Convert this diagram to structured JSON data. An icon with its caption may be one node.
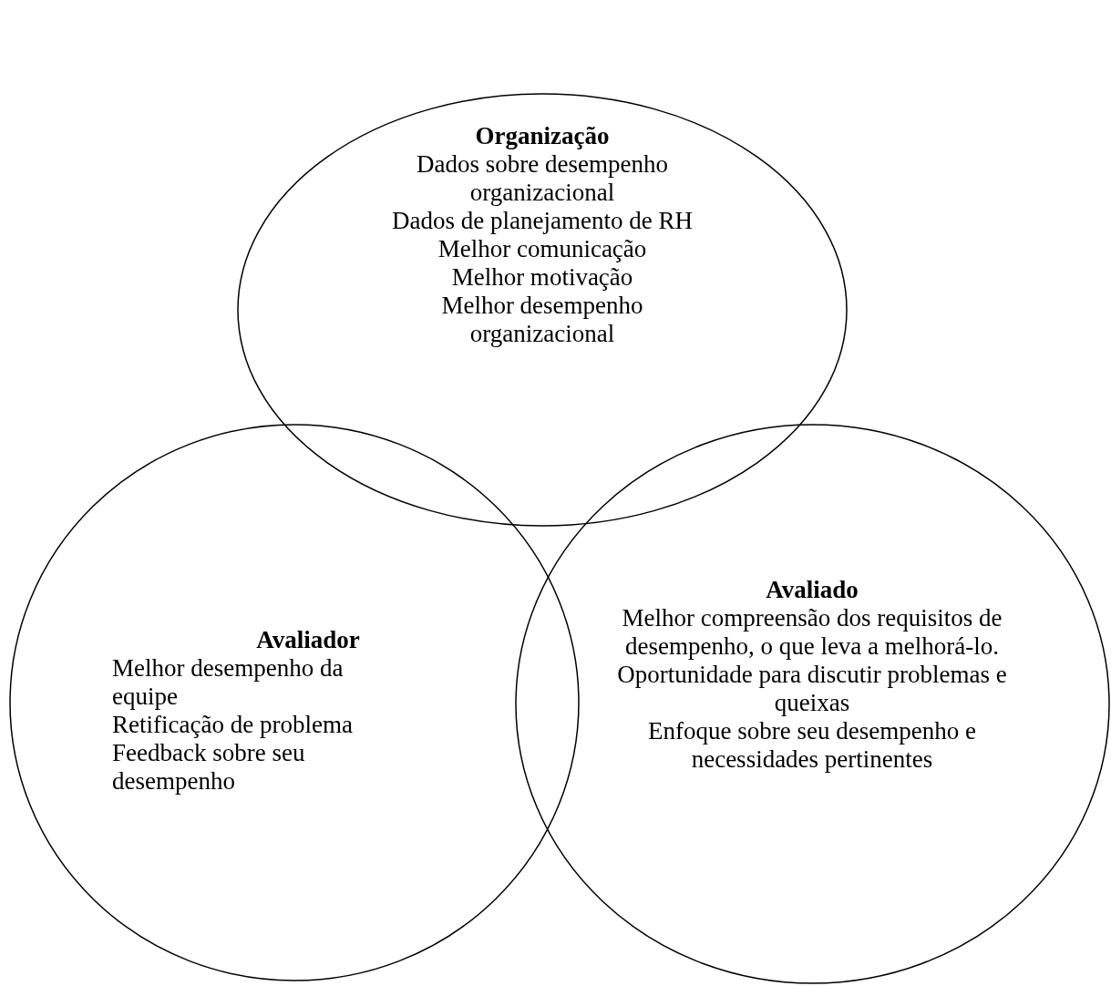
{
  "diagram": {
    "nodes": [
      {
        "text": [
          "Organização",
          "Dados sobre desempenho organizacional",
          "Dados de planejamento de RH",
          "Melhor comunicação",
          "Melhor motivação",
          "Melhor desempenho organizacional"
        ]
      },
      {
        "text": [
          "Avaliador",
          "Melhor desempenho da equipe",
          "Retificação de problema",
          "Feedback sobre seu desempenho"
        ]
      },
      {
        "text": [
          "Avaliado",
          "Melhor compreensão dos requisitos de desempenho, o que leva a melhorá-lo.",
          "Oportunidade para discutir problemas e queixas",
          "Enfoque sobre seu desempenho e necessidades pertinentes"
        ]
      }
    ]
  }
}
